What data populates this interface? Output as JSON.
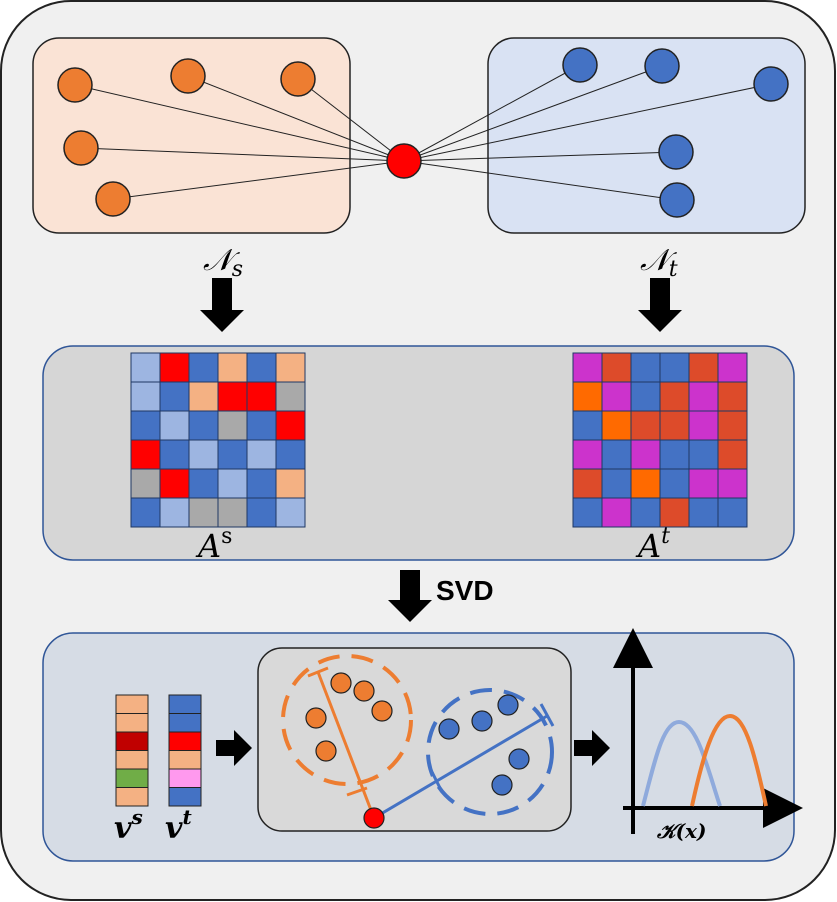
{
  "labels": {
    "ns_main": "𝒩",
    "ns_sub": "s",
    "nt_main": "𝒩",
    "nt_sub": "t",
    "as_main": "A",
    "as_sup": "s",
    "at_main": "A",
    "at_sup": "t",
    "svd": "SVD",
    "vs_main": "v",
    "vs_sup": "s",
    "vt_main": "v",
    "vt_sup": "t",
    "kernel": "𝒦(x)"
  },
  "colors": {
    "orange": "#ED7D31",
    "blue": "#4472C4",
    "red": "#FF0000",
    "light_blue": "#9DB5E1",
    "peach": "#F4B183",
    "gray": "#A9A9A9",
    "magenta": "#CC33CC",
    "dark_orange": "#DD4B2A",
    "bright_orange": "#FF6A00",
    "dark_red": "#C00000",
    "green": "#70AD47",
    "pink": "#FF99EE"
  },
  "matrix_s": [
    [
      "lightblue",
      "red",
      "blue",
      "peach",
      "blue",
      "peach"
    ],
    [
      "lightblue",
      "blue",
      "peach",
      "red",
      "red",
      "gray"
    ],
    [
      "blue",
      "lightblue",
      "blue",
      "gray",
      "blue",
      "red"
    ],
    [
      "red",
      "blue",
      "lightblue",
      "blue",
      "lightblue",
      "blue"
    ],
    [
      "gray",
      "red",
      "blue",
      "lightblue",
      "blue",
      "peach"
    ],
    [
      "blue",
      "lightblue",
      "gray",
      "gray",
      "blue",
      "lightblue"
    ]
  ],
  "matrix_t": [
    [
      "magenta",
      "darkorange",
      "blue",
      "blue",
      "darkorange",
      "magenta"
    ],
    [
      "brightorange",
      "magenta",
      "blue",
      "darkorange",
      "magenta",
      "darkorange"
    ],
    [
      "blue",
      "brightorange",
      "darkorange",
      "darkorange",
      "magenta",
      "darkorange"
    ],
    [
      "magenta",
      "blue",
      "magenta",
      "blue",
      "blue",
      "darkorange"
    ],
    [
      "darkorange",
      "blue",
      "brightorange",
      "blue",
      "magenta",
      "magenta"
    ],
    [
      "blue",
      "magenta",
      "blue",
      "darkorange",
      "blue",
      "blue"
    ]
  ],
  "vector_s": [
    "peach",
    "peach",
    "darkred",
    "peach",
    "green",
    "peach"
  ],
  "vector_t": [
    "blue",
    "blue",
    "red",
    "peach",
    "pink",
    "blue"
  ]
}
